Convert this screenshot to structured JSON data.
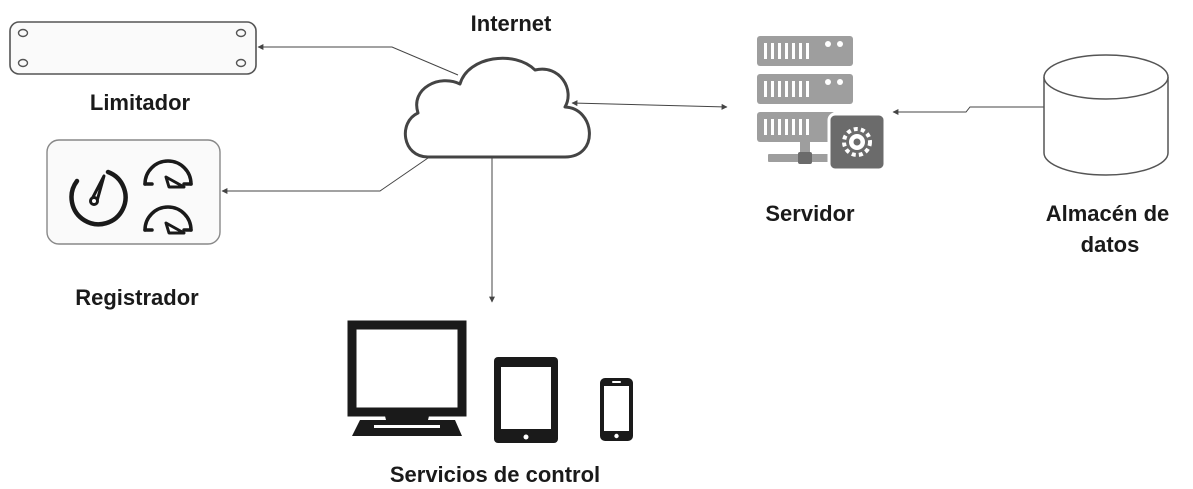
{
  "nodes": {
    "internet": {
      "label": "Internet",
      "icon": "cloud-icon"
    },
    "limitador": {
      "label": "Limitador",
      "icon": "rack-panel-icon"
    },
    "registrador": {
      "label": "Registrador",
      "icon": "gauge-meter-icon"
    },
    "servidor": {
      "label": "Servidor",
      "icon": "server-gear-icon"
    },
    "almacen": {
      "label_line1": "Almacén de",
      "label_line2": "datos",
      "icon": "database-icon"
    },
    "servicios": {
      "label": "Servicios de control",
      "icons": [
        "desktop-monitor-icon",
        "tablet-icon",
        "smartphone-icon"
      ]
    }
  },
  "colors": {
    "line": "#444444",
    "device": "#1a1a1a",
    "server": "#9e9e9e",
    "server_dark": "#6b6b6b"
  }
}
